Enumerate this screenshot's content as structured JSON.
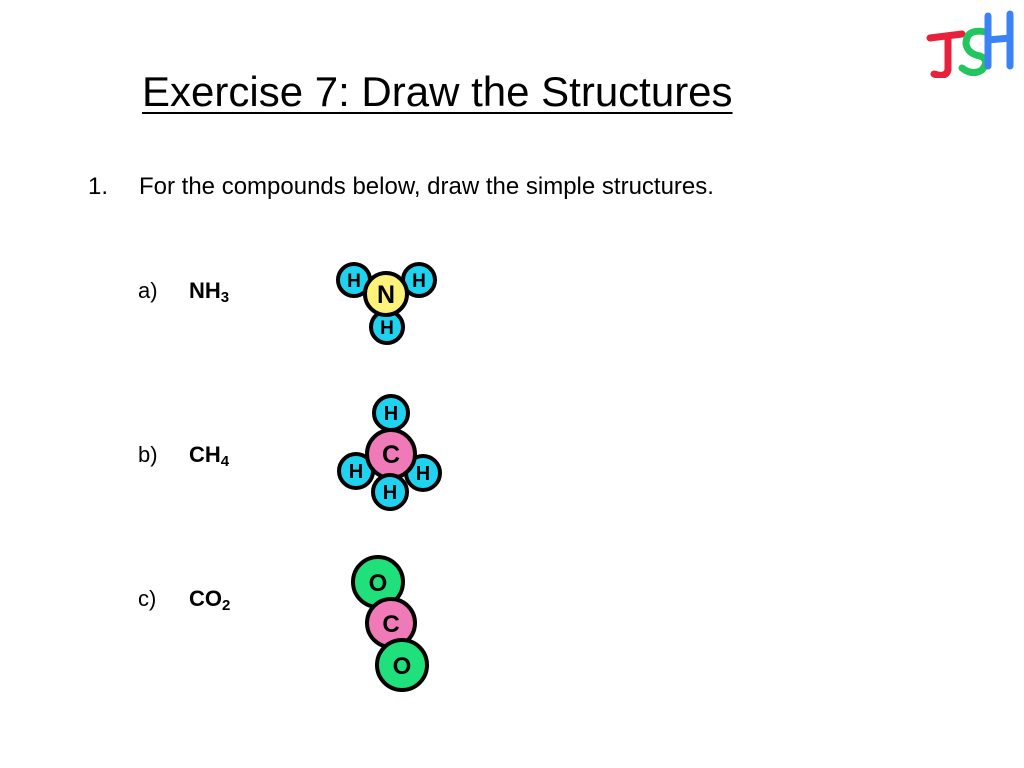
{
  "slide": {
    "title": "Exercise 7: Draw the Structures",
    "logo_text": "JSH",
    "logo_colors": [
      "#e8203a",
      "#22c55e",
      "#3b82f6"
    ]
  },
  "instruction": {
    "number": "1.",
    "text": "For the compounds below, draw the simple structures."
  },
  "compounds": [
    {
      "letter": "a)",
      "formula_base": "NH",
      "formula_sub": "3",
      "atoms": [
        {
          "symbol": "H",
          "color": "#1ed2f0"
        },
        {
          "symbol": "N",
          "color": "#fff27a"
        },
        {
          "symbol": "H",
          "color": "#1ed2f0"
        },
        {
          "symbol": "H",
          "color": "#1ed2f0"
        }
      ]
    },
    {
      "letter": "b)",
      "formula_base": "CH",
      "formula_sub": "4",
      "atoms": [
        {
          "symbol": "H",
          "color": "#1ed2f0"
        },
        {
          "symbol": "C",
          "color": "#f07ab8"
        },
        {
          "symbol": "H",
          "color": "#1ed2f0"
        },
        {
          "symbol": "H",
          "color": "#1ed2f0"
        },
        {
          "symbol": "H",
          "color": "#1ed2f0"
        }
      ]
    },
    {
      "letter": "c)",
      "formula_base": "CO",
      "formula_sub": "2",
      "atoms": [
        {
          "symbol": "O",
          "color": "#1fe07a"
        },
        {
          "symbol": "C",
          "color": "#f07ab8"
        },
        {
          "symbol": "O",
          "color": "#1fe07a"
        }
      ]
    }
  ]
}
